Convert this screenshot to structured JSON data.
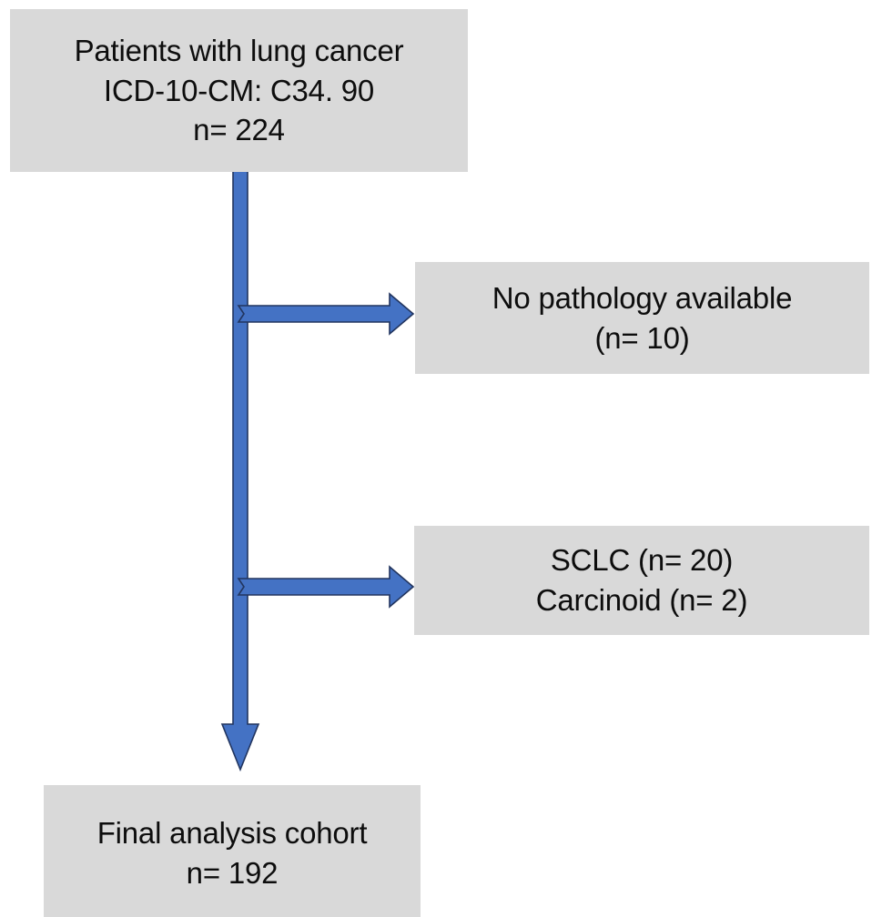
{
  "diagram": {
    "type": "study-flow-diagram",
    "background_color": "#ffffff",
    "box_fill_color": "#d9d9d9",
    "arrow_color": "#4472c4",
    "arrow_outline_color": "#22355f",
    "text_color": "#0d0d0d",
    "nodes": {
      "cohort_source": {
        "line1": "Patients with lung cancer",
        "line2": "ICD-10-CM: C34. 90",
        "line3": "n= 224"
      },
      "exclusion_pathology": {
        "line1": "No pathology available",
        "line2": "(n= 10)"
      },
      "exclusion_histology": {
        "line1": "SCLC (n= 20)",
        "line2": "Carcinoid (n= 2)"
      },
      "final_cohort": {
        "line1": "Final analysis cohort",
        "line2": "n= 192"
      }
    },
    "connectors": {
      "main_vertical": "down-arrow",
      "branch_pathology": "right-arrow",
      "branch_histology": "right-arrow"
    }
  }
}
